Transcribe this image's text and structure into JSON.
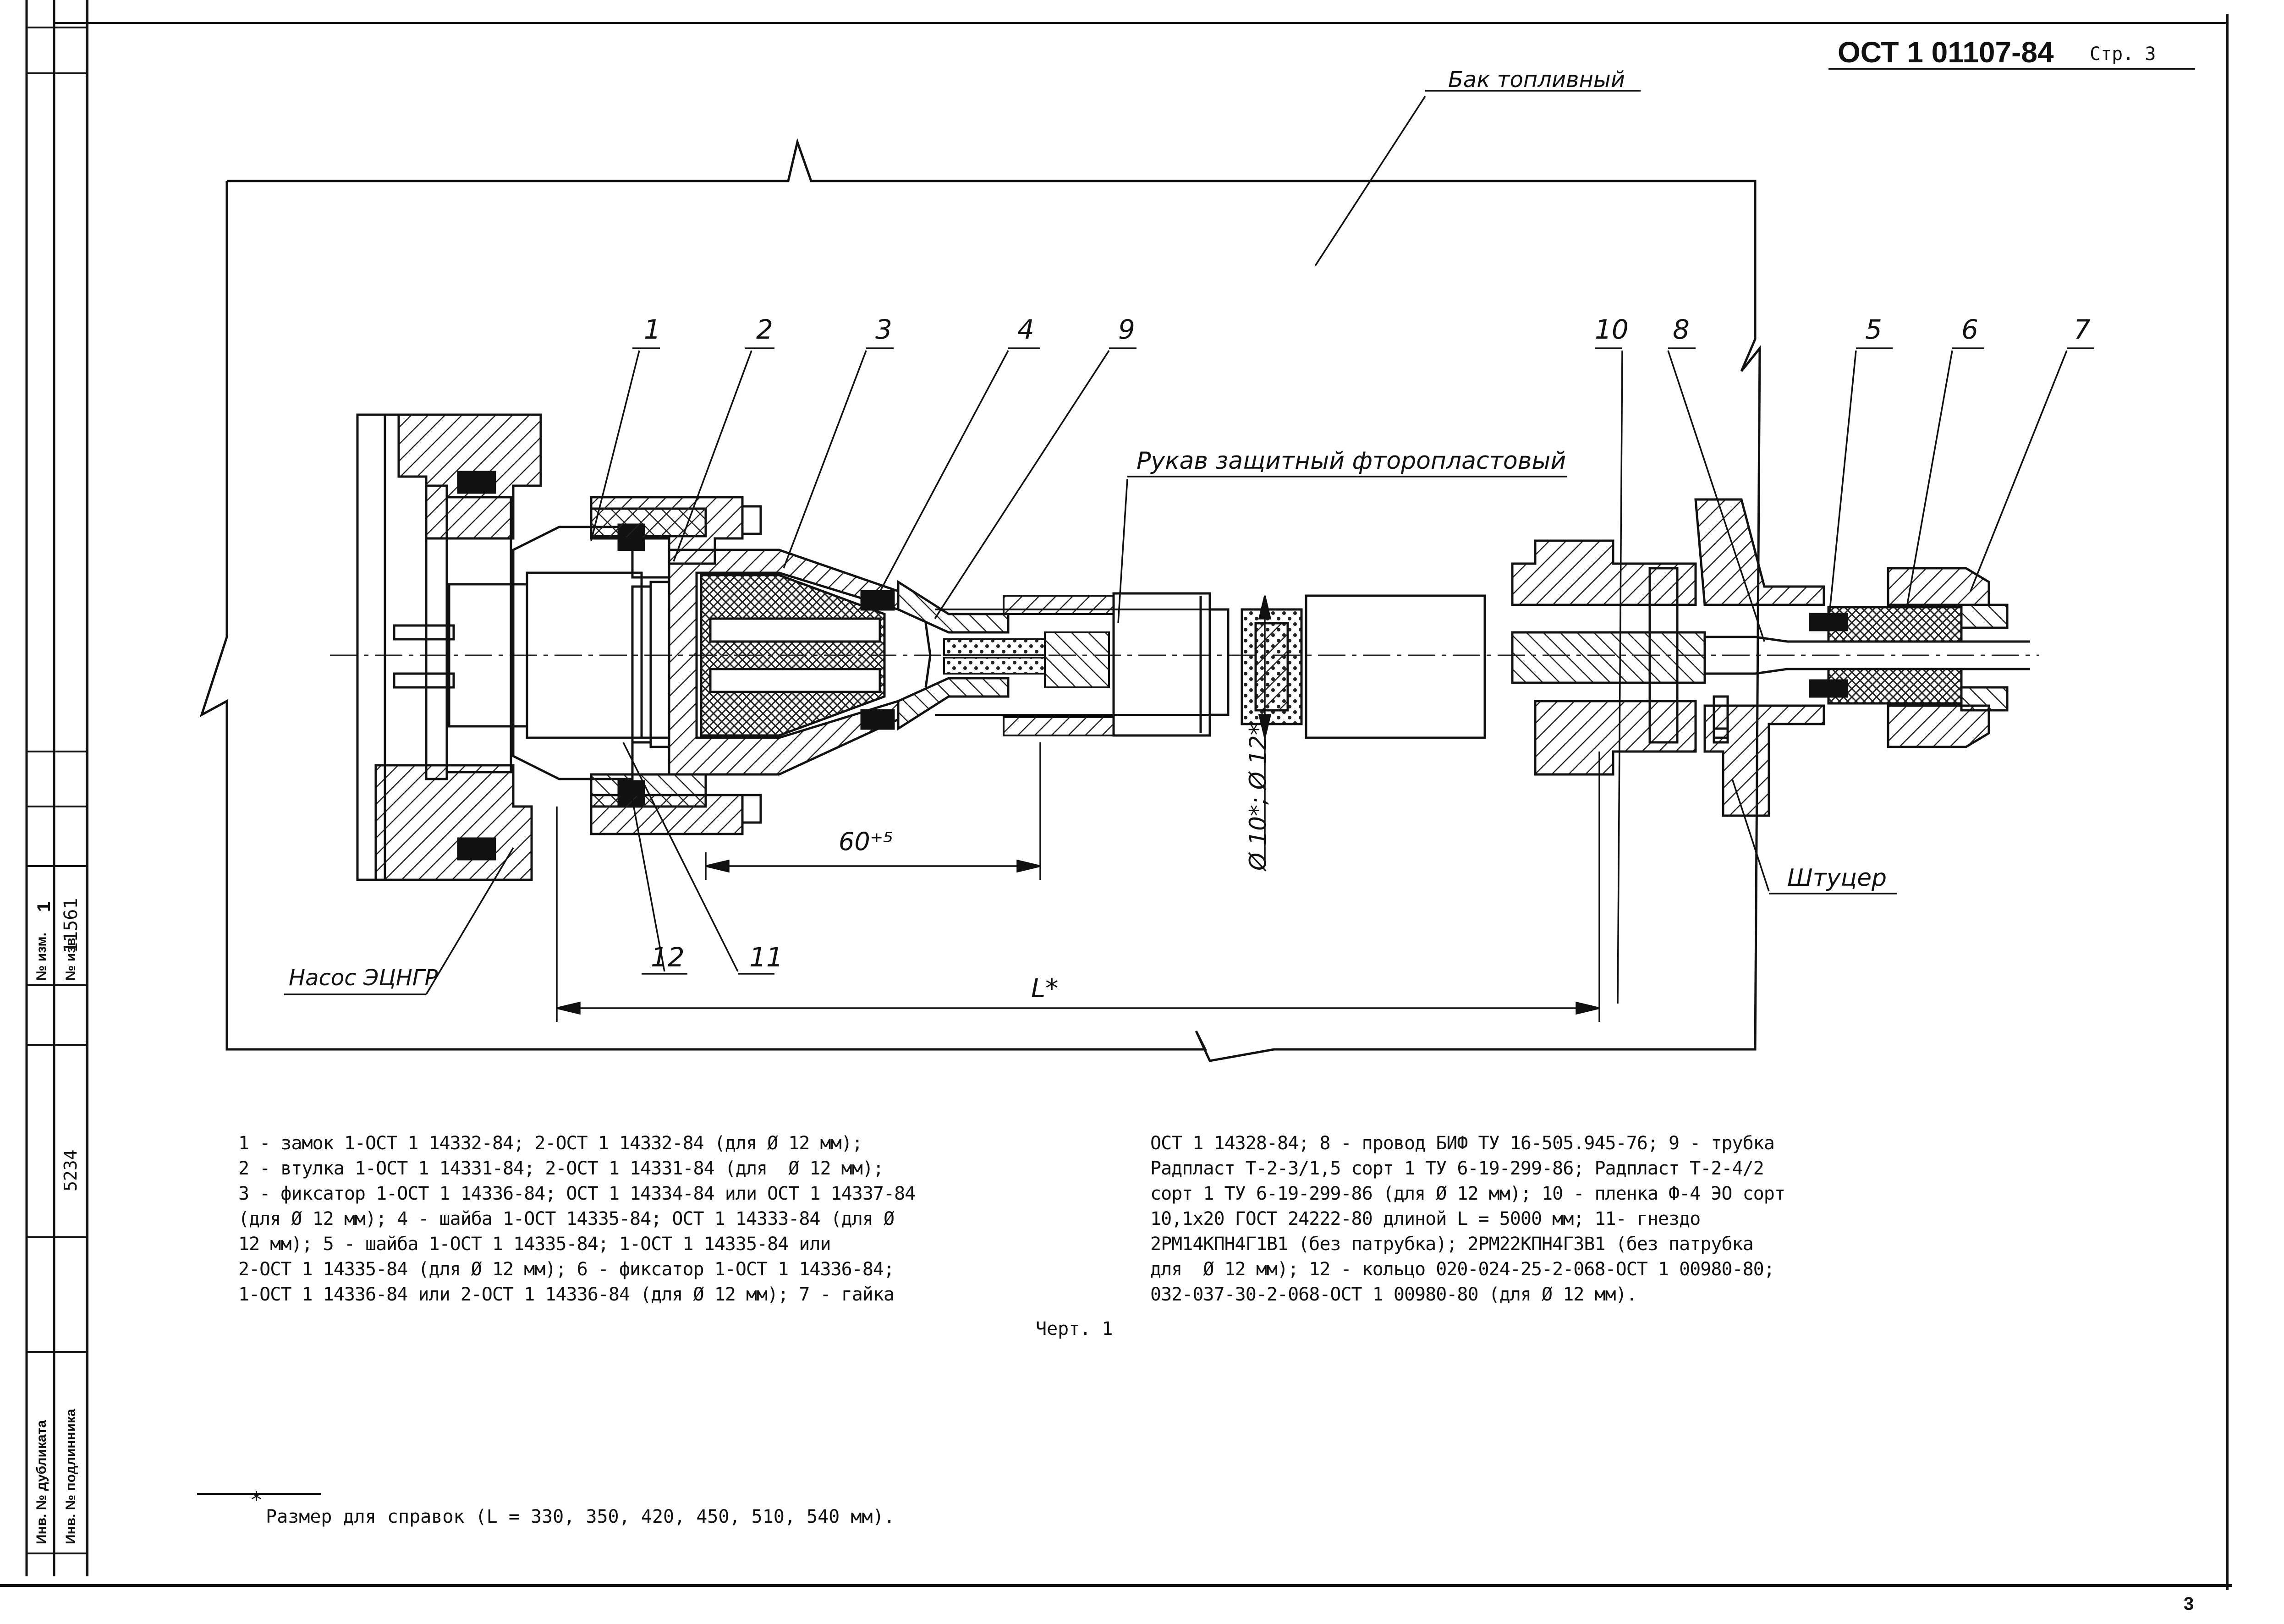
{
  "header": {
    "doc_number": "ОСТ 1 01107-84",
    "page_label": "Стр. 3"
  },
  "side_stamp": {
    "change_no_label": "№ изм.",
    "change_no_value": "1",
    "notice_no_label": "№ изв.",
    "notice_no_value": "11561",
    "inv_code": "5234",
    "dup_label": "Инв. № дубликата",
    "orig_label": "Инв. № подлинника"
  },
  "drawing": {
    "labels": {
      "fuel_tank": "Бак топливный",
      "hose": "Рукав защитный фторопластовый",
      "pump": "Насос ЭЦНГР",
      "fitting": "Штуцер",
      "dim_60": "60⁺⁵",
      "dim_L": "L*",
      "dim_dia": "Ø 10*; Ø 12*"
    },
    "callouts": {
      "c1": "1",
      "c2": "2",
      "c3": "3",
      "c4": "4",
      "c9": "9",
      "c10": "10",
      "c8": "8",
      "c5": "5",
      "c6": "6",
      "c7": "7",
      "c12": "12",
      "c11": "11"
    }
  },
  "legend": {
    "left_lines": [
      "1 - замок 1-ОСТ 1 14332-84; 2-ОСТ 1 14332-84 (для Ø 12 мм);",
      "2 - втулка 1-ОСТ 1 14331-84; 2-ОСТ 1 14331-84 (для  Ø 12 мм);",
      "3 - фиксатор 1-ОСТ 1 14336-84; ОСТ 1 14334-84 или ОСТ 1 14337-84",
      "(для Ø 12 мм); 4 - шайба 1-ОСТ 14335-84; ОСТ 1 14333-84 (для Ø",
      "12 мм); 5 - шайба 1-ОСТ 1 14335-84; 1-ОСТ 1 14335-84 или",
      "2-ОСТ 1 14335-84 (для Ø 12 мм); 6 - фиксатор 1-ОСТ 1 14336-84;",
      "1-ОСТ 1 14336-84 или 2-ОСТ 1 14336-84 (для Ø 12 мм); 7 - гайка"
    ],
    "right_lines": [
      "ОСТ 1 14328-84; 8 - провод БИФ ТУ 16-505.945-76; 9 - трубка",
      "Радпласт Т-2-3/1,5 сорт 1 ТУ 6-19-299-86; Радпласт Т-2-4/2",
      "сорт 1 ТУ 6-19-299-86 (для Ø 12 мм); 10 - пленка Ф-4 ЭО сорт",
      "10,1х20 ГОСТ 24222-80 длиной L = 5000 мм; 11- гнездо",
      "2РМ14КПН4Г1В1 (без патрубка); 2РМ22КПН4Г3В1 (без патрубка",
      "для  Ø 12 мм); 12 - кольцо 020-024-25-2-068-ОСТ 1 00980-80;",
      "032-037-30-2-068-ОСТ 1 00980-80 (для Ø 12 мм)."
    ],
    "caption": "Черт. 1"
  },
  "footnote": {
    "mark": "*",
    "text": "Размер для справок (L = 330, 350, 420, 450, 510, 540 мм)."
  },
  "footer": {
    "page_number": "3"
  }
}
